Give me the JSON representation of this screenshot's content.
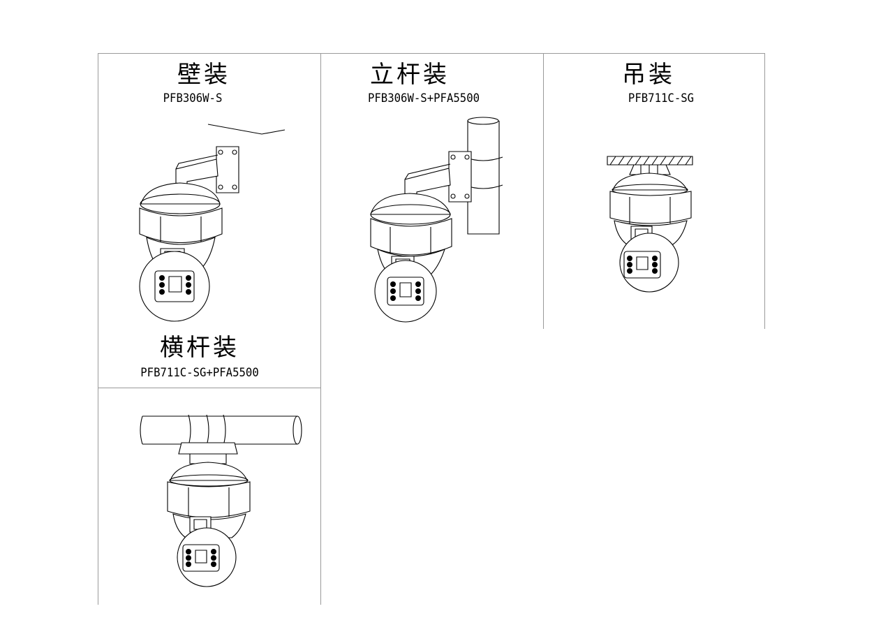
{
  "mounts": [
    {
      "title": "壁装",
      "model": "PFB306W-S",
      "image": "wall-mount-camera"
    },
    {
      "title": "立杆装",
      "model": "PFB306W-S+PFA5500",
      "image": "pole-mount-camera"
    },
    {
      "title": "吊装",
      "model": "PFB711C-SG",
      "image": "ceiling-mount-camera"
    },
    {
      "title": "横杆装",
      "model": "PFB711C-SG+PFA5500",
      "image": "horizontal-pole-mount-camera"
    }
  ],
  "colors": {
    "line": "#9a9a9a",
    "ink": "#000000"
  }
}
